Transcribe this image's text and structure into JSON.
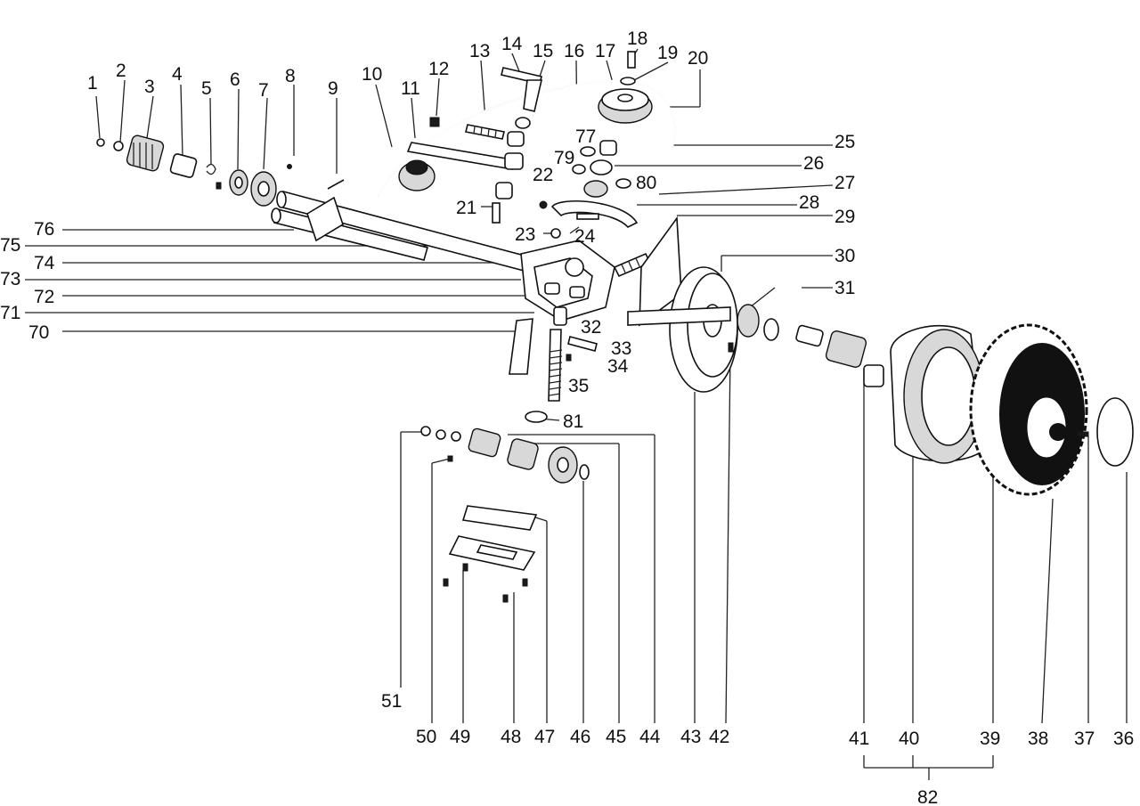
{
  "labels": [
    "1",
    "2",
    "3",
    "4",
    "5",
    "6",
    "7",
    "8",
    "9",
    "10",
    "11",
    "12",
    "13",
    "14",
    "15",
    "16",
    "17",
    "18",
    "19",
    "20",
    "21",
    "22",
    "23",
    "24",
    "25",
    "26",
    "27",
    "28",
    "29",
    "30",
    "31",
    "32",
    "33",
    "34",
    "35",
    "36",
    "37",
    "38",
    "39",
    "40",
    "41",
    "42",
    "43",
    "44",
    "45",
    "46",
    "47",
    "48",
    "49",
    "50",
    "51",
    "70",
    "71",
    "72",
    "73",
    "74",
    "75",
    "76",
    "77",
    "79",
    "80",
    "81",
    "82"
  ]
}
